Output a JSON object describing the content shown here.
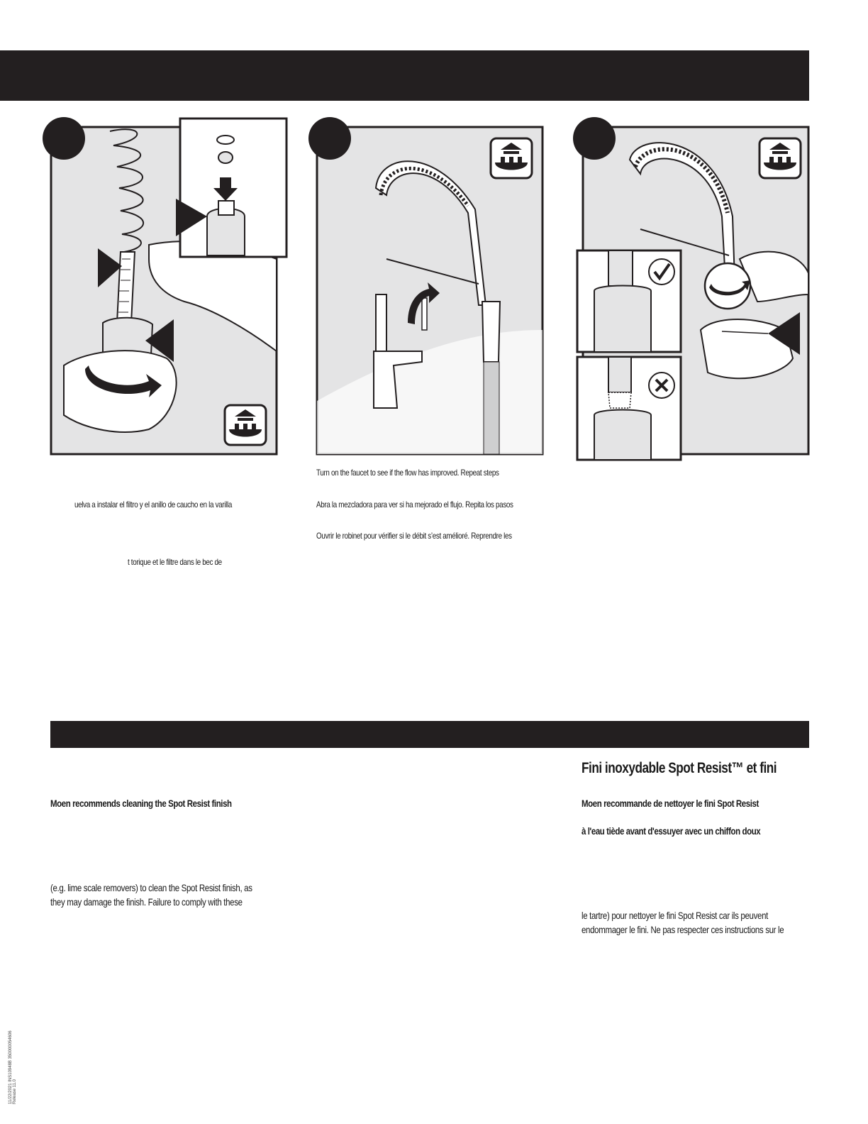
{
  "step_text": {
    "en_turn_on": "Turn on the faucet to see if the flow has improved. Repeat steps",
    "es_reinstall": "uelva a instalar el filtro y el anillo de caucho en la varilla",
    "es_open": "Abra la mezcladora para ver si ha mejorado el flujo. Repita los pasos",
    "fr_open": "Ouvrir le robinet pour vérifier si le débit s’est amélioré. Reprendre les",
    "fr_reinstall": "t torique et le filtre dans le bec de"
  },
  "care": {
    "fr_heading": "Fini inoxydable Spot Resist™ et fini",
    "en_recommend": "Moen recommends cleaning the Spot Resist finish",
    "fr_recommend": "Moen recommande de nettoyer le fini Spot Resist",
    "fr_warm_water": "à l'eau tiède avant d'essuyer avec un chiffon doux",
    "en_warning_1": "(e.g. lime scale removers) to clean the Spot Resist finish, as",
    "en_warning_2": "they may damage the finish. Failure to comply with these",
    "fr_warning_1": "le tartre) pour nettoyer le fini Spot Resist car ils peuvent",
    "fr_warning_2": "endommager le fini. Ne pas respecter ces instructions sur le"
  },
  "footer": {
    "line1": "11/22/2021 INS10948B 350000054606",
    "line2": "Release 11.0"
  },
  "icons": [
    "remove-aerator-icon",
    "check-icon",
    "cross-icon",
    "rotate-arrow-icon"
  ],
  "colors": {
    "bar": "#231f20",
    "panel_bg": "#e4e4e5",
    "outline": "#231f20"
  }
}
